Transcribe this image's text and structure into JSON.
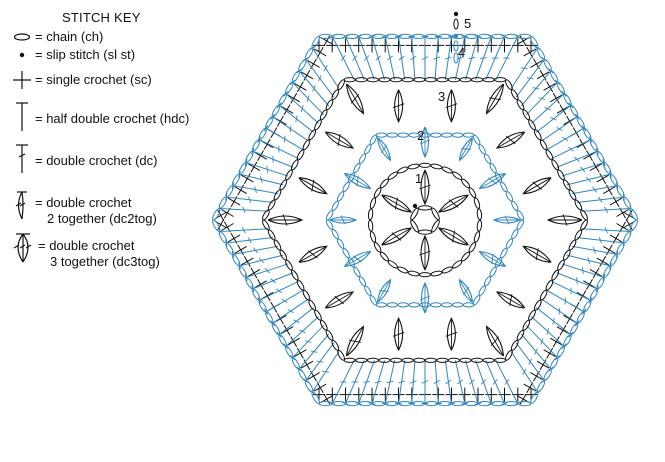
{
  "legend": {
    "title": "STITCH KEY",
    "items": [
      {
        "id": "chain",
        "text": "= chain (ch)"
      },
      {
        "id": "slip-stitch",
        "text": "= slip stitch (sl st)"
      },
      {
        "id": "single-crochet",
        "text": "= single crochet (sc)"
      },
      {
        "id": "half-double-crochet",
        "text": "= half double crochet (hdc)"
      },
      {
        "id": "double-crochet",
        "text": "= double crochet (dc)"
      },
      {
        "id": "dc2tog",
        "text": "= double crochet",
        "text2": "2 together (dc2tog)"
      },
      {
        "id": "dc3tog",
        "text": "= double crochet",
        "text2": "3 together (dc3tog)"
      }
    ]
  },
  "diagram": {
    "round_labels": [
      "1",
      "2",
      "3",
      "4",
      "5"
    ],
    "colors": {
      "black": "#111111",
      "blue": "#2e86c1"
    }
  }
}
